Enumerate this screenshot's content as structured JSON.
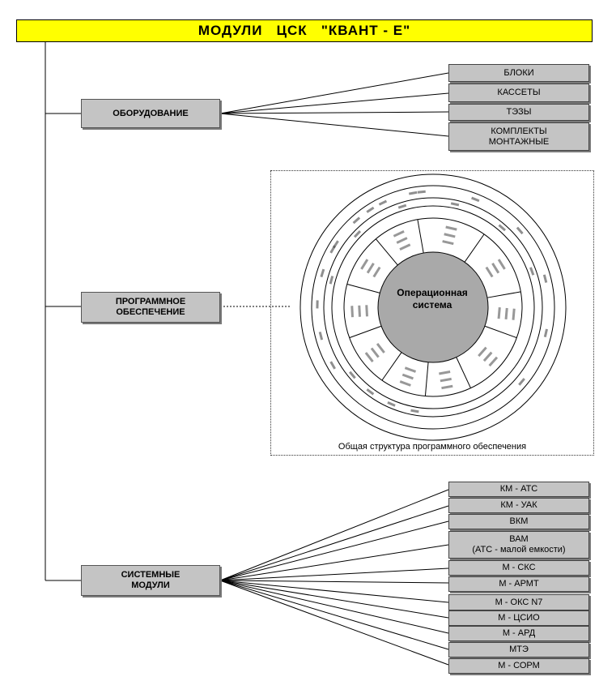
{
  "title": "МОДУЛИ   ЦСК   \"КВАНТ - Е\"",
  "modules": {
    "equipment": "ОБОРУДОВАНИЕ",
    "software_line1": "ПРОГРАММНОЕ",
    "software_line2": "ОБЕСПЕЧЕНИЕ",
    "system_line1": "СИСТЕМНЫЕ",
    "system_line2": "МОДУЛИ"
  },
  "equipment_items": {
    "blocks": "БЛОКИ",
    "cassettes": "КАССЕТЫ",
    "tez": "ТЭЗЫ",
    "kits_line1": "КОМПЛЕКТЫ",
    "kits_line2": "МОНТАЖНЫЕ"
  },
  "software": {
    "core_line1": "Операционная",
    "core_line2": "система",
    "caption": "Общая структура программного обеспечения"
  },
  "system_items": {
    "km_ats": "КМ - АТС",
    "km_uak": "КМ - УАК",
    "vkm": "ВКМ",
    "vam_line1": "ВАМ",
    "vam_line2": "(АТС - малой емкости)",
    "m_sks": "М - СКС",
    "m_armt": "М - АРМТ",
    "m_oks": "М - ОКС N7",
    "m_tssio": "М - ЦСИО",
    "m_ard": "М - АРД",
    "mte": "МТЭ",
    "m_sorm": "М - СОРМ"
  },
  "colors": {
    "title_bg": "#ffff00",
    "box_bg": "#c4c4c4",
    "core_bg": "#a9a9a9"
  }
}
